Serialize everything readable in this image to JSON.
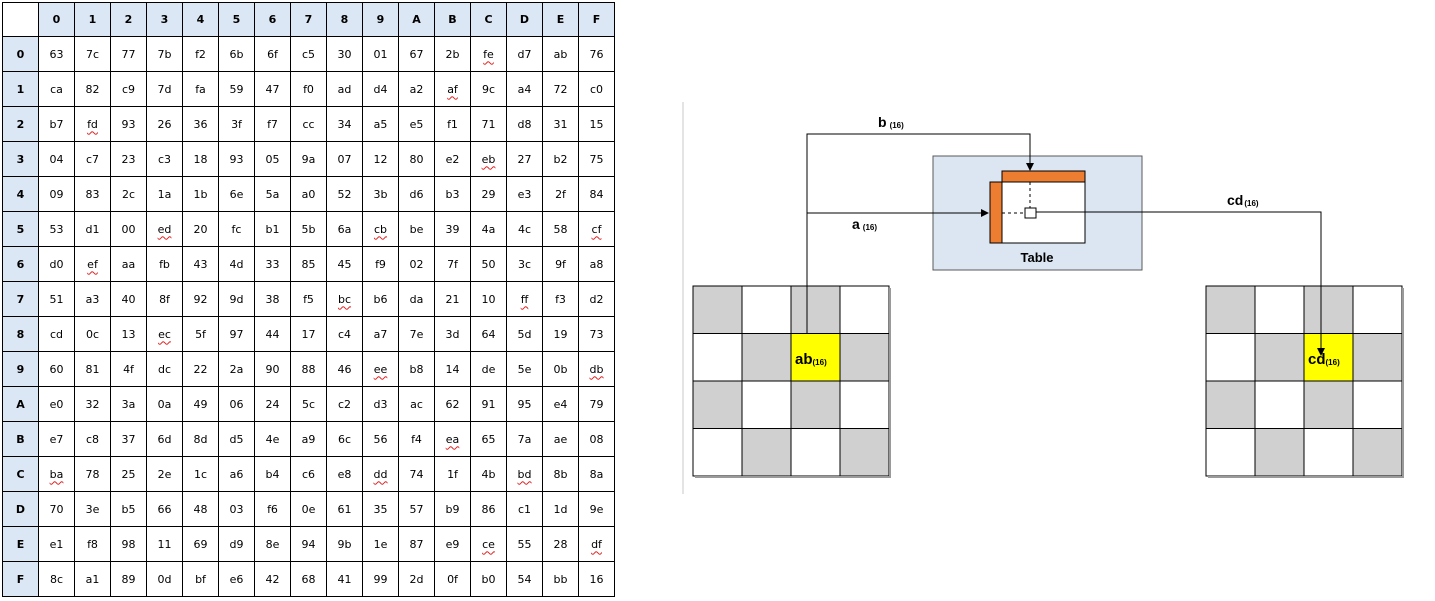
{
  "sbox": {
    "col_headers": [
      "0",
      "1",
      "2",
      "3",
      "4",
      "5",
      "6",
      "7",
      "8",
      "9",
      "A",
      "B",
      "C",
      "D",
      "E",
      "F"
    ],
    "row_headers": [
      "0",
      "1",
      "2",
      "3",
      "4",
      "5",
      "6",
      "7",
      "8",
      "9",
      "A",
      "B",
      "C",
      "D",
      "E",
      "F"
    ],
    "rows": [
      [
        "63",
        "7c",
        "77",
        "7b",
        "f2",
        "6b",
        "6f",
        "c5",
        "30",
        "01",
        "67",
        "2b",
        "fe",
        "d7",
        "ab",
        "76"
      ],
      [
        "ca",
        "82",
        "c9",
        "7d",
        "fa",
        "59",
        "47",
        "f0",
        "ad",
        "d4",
        "a2",
        "af",
        "9c",
        "a4",
        "72",
        "c0"
      ],
      [
        "b7",
        "fd",
        "93",
        "26",
        "36",
        "3f",
        "f7",
        "cc",
        "34",
        "a5",
        "e5",
        "f1",
        "71",
        "d8",
        "31",
        "15"
      ],
      [
        "04",
        "c7",
        "23",
        "c3",
        "18",
        "93",
        "05",
        "9a",
        "07",
        "12",
        "80",
        "e2",
        "eb",
        "27",
        "b2",
        "75"
      ],
      [
        "09",
        "83",
        "2c",
        "1a",
        "1b",
        "6e",
        "5a",
        "a0",
        "52",
        "3b",
        "d6",
        "b3",
        "29",
        "e3",
        "2f",
        "84"
      ],
      [
        "53",
        "d1",
        "00",
        "ed",
        "20",
        "fc",
        "b1",
        "5b",
        "6a",
        "cb",
        "be",
        "39",
        "4a",
        "4c",
        "58",
        "cf"
      ],
      [
        "d0",
        "ef",
        "aa",
        "fb",
        "43",
        "4d",
        "33",
        "85",
        "45",
        "f9",
        "02",
        "7f",
        "50",
        "3c",
        "9f",
        "a8"
      ],
      [
        "51",
        "a3",
        "40",
        "8f",
        "92",
        "9d",
        "38",
        "f5",
        "bc",
        "b6",
        "da",
        "21",
        "10",
        "ff",
        "f3",
        "d2"
      ],
      [
        "cd",
        "0c",
        "13",
        "ec",
        "5f",
        "97",
        "44",
        "17",
        "c4",
        "a7",
        "7e",
        "3d",
        "64",
        "5d",
        "19",
        "73"
      ],
      [
        "60",
        "81",
        "4f",
        "dc",
        "22",
        "2a",
        "90",
        "88",
        "46",
        "ee",
        "b8",
        "14",
        "de",
        "5e",
        "0b",
        "db"
      ],
      [
        "e0",
        "32",
        "3a",
        "0a",
        "49",
        "06",
        "24",
        "5c",
        "c2",
        "d3",
        "ac",
        "62",
        "91",
        "95",
        "e4",
        "79"
      ],
      [
        "e7",
        "c8",
        "37",
        "6d",
        "8d",
        "d5",
        "4e",
        "a9",
        "6c",
        "56",
        "f4",
        "ea",
        "65",
        "7a",
        "ae",
        "08"
      ],
      [
        "ba",
        "78",
        "25",
        "2e",
        "1c",
        "a6",
        "b4",
        "c6",
        "e8",
        "dd",
        "74",
        "1f",
        "4b",
        "bd",
        "8b",
        "8a"
      ],
      [
        "70",
        "3e",
        "b5",
        "66",
        "48",
        "03",
        "f6",
        "0e",
        "61",
        "35",
        "57",
        "b9",
        "86",
        "c1",
        "1d",
        "9e"
      ],
      [
        "e1",
        "f8",
        "98",
        "11",
        "69",
        "d9",
        "8e",
        "94",
        "9b",
        "1e",
        "87",
        "e9",
        "ce",
        "55",
        "28",
        "df"
      ],
      [
        "8c",
        "a1",
        "89",
        "0d",
        "bf",
        "e6",
        "42",
        "68",
        "41",
        "99",
        "2d",
        "0f",
        "b0",
        "54",
        "bb",
        "16"
      ]
    ],
    "squiggle_cells": [
      "fe",
      "fd",
      "af",
      "eb",
      "ed",
      "cb",
      "cf",
      "ef",
      "bc",
      "ff",
      "ec",
      "ee",
      "db",
      "ea",
      "ba",
      "dd",
      "bd",
      "ce",
      "df"
    ]
  },
  "diagram": {
    "label_b": "b",
    "label_a": "a",
    "label_cd": "cd",
    "subscript": "(16)",
    "table_label": "Table",
    "input_cell_label": "ab",
    "output_cell_label": "cd",
    "colors": {
      "table_bg": "#dce6f2",
      "orange": "#ed7d31",
      "grey_cell": "#d0d0d0",
      "highlight": "#ffff00",
      "header_bg": "#dbe7f4"
    }
  }
}
